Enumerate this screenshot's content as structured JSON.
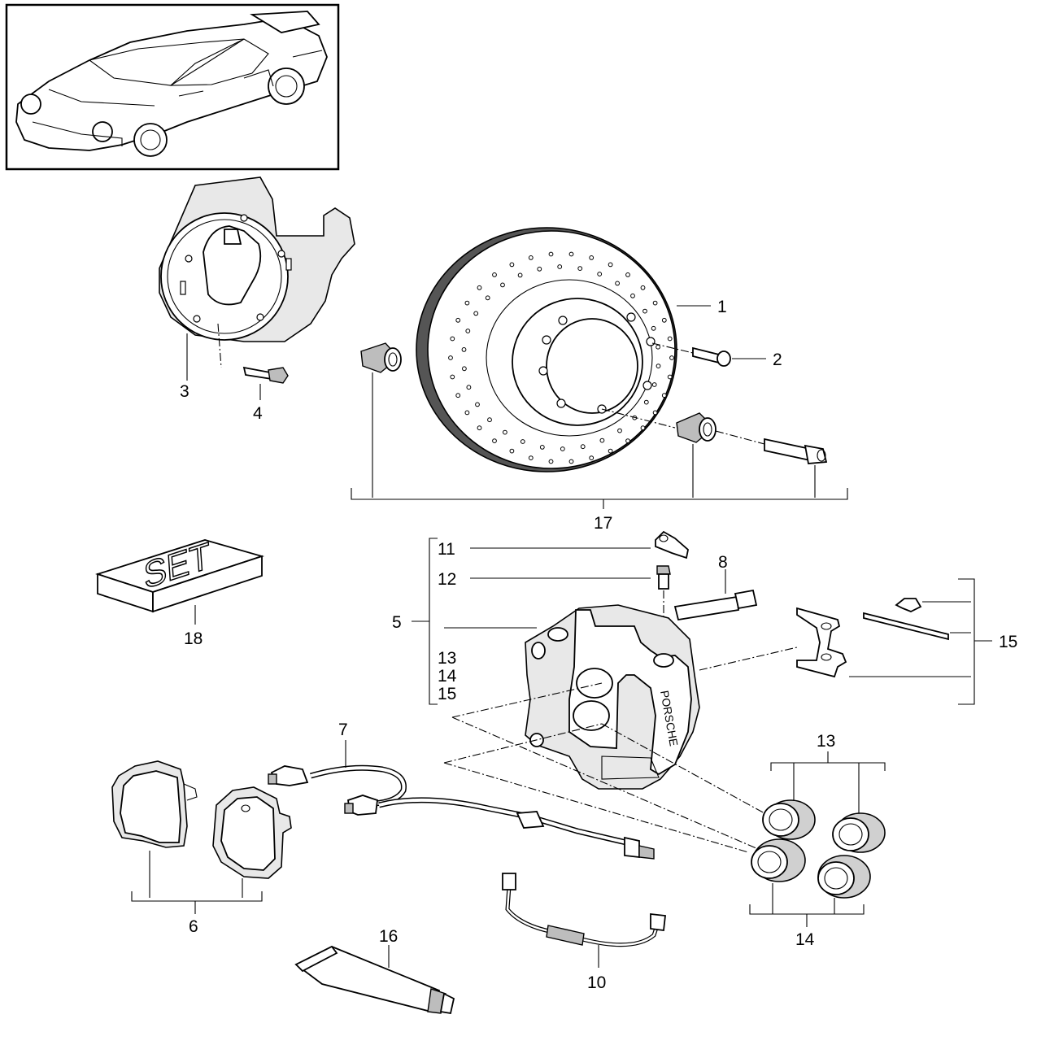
{
  "diagram": {
    "callouts": {
      "c1": "1",
      "c2": "2",
      "c3": "3",
      "c4": "4",
      "c5": "5",
      "c6": "6",
      "c7": "7",
      "c8": "8",
      "c10": "10",
      "c11": "11",
      "c12": "12",
      "c5_13": "13",
      "c5_14": "14",
      "c5_15": "15",
      "c13": "13",
      "c14": "14",
      "c15": "15",
      "c16": "16",
      "c17": "17",
      "c18": "18"
    },
    "set_box_label": "SET",
    "caliper_brand": "PORSCHE"
  }
}
